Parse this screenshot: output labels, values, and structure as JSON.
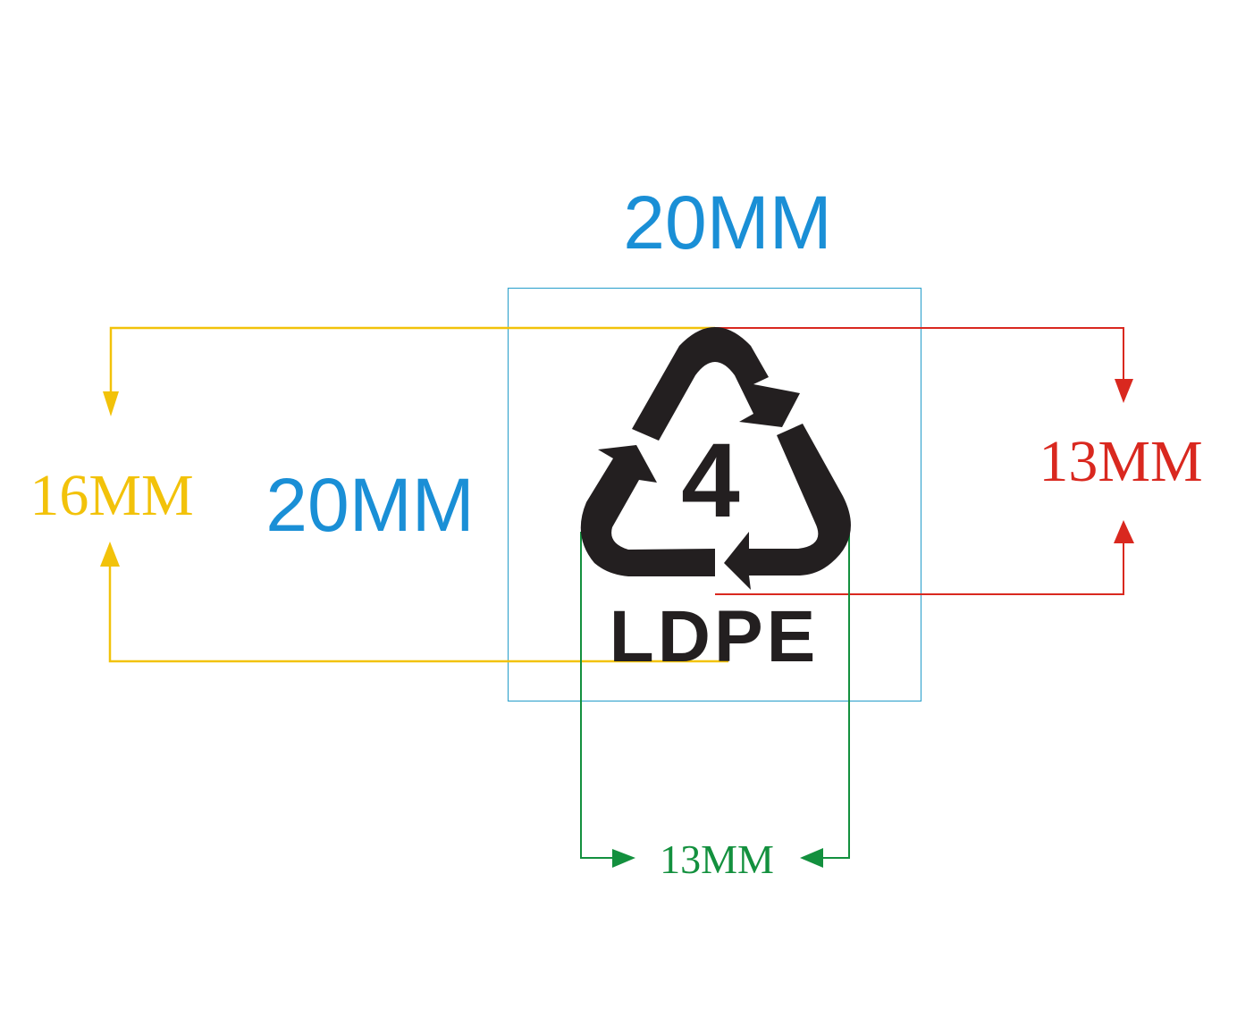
{
  "diagram": {
    "title": "LDPE recycling symbol dimension drawing",
    "colors": {
      "blue": "#1a8fd6",
      "box": "#3aa7cf",
      "yellow": "#f2c20a",
      "red": "#d9281f",
      "green": "#13903e",
      "symbol": "#231f20"
    },
    "labels": {
      "box_width": "20MM",
      "box_height": "20MM",
      "symbol_height_total": "16MM",
      "triangle_height": "13MM",
      "triangle_width": "13MM"
    },
    "symbol": {
      "number": "4",
      "material_code": "LDPE"
    }
  }
}
